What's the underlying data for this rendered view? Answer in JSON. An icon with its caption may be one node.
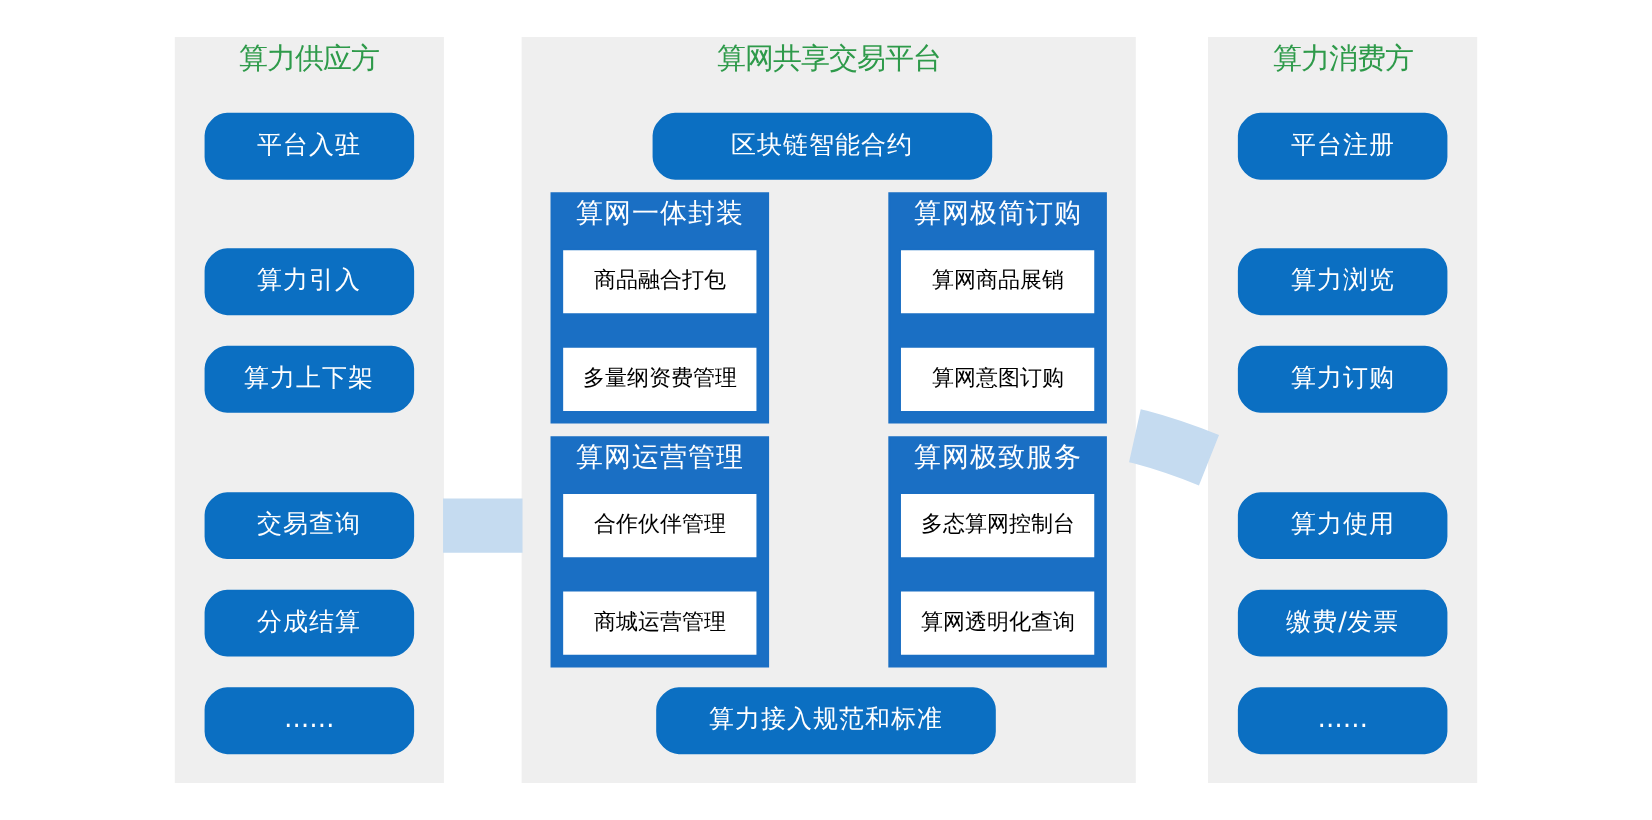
{
  "diagram": {
    "nodes": [
      {
        "text": [
          "算力供应方"
        ]
      },
      {
        "text": [
          "平台入驻"
        ],
        "in": 0
      },
      {
        "text": [
          "算力引入"
        ],
        "in": 0
      },
      {
        "text": [
          "算力上下架"
        ],
        "in": 0
      },
      {
        "text": [
          "交易查询"
        ],
        "in": 0
      },
      {
        "text": [
          "分成结算"
        ],
        "in": 0
      },
      {
        "text": [
          "……"
        ],
        "in": 0
      },
      {
        "text": [
          "算网共享交易平台"
        ]
      },
      {
        "text": [
          "区块链智能合约"
        ],
        "in": 7
      },
      {
        "text": [
          "算网一体封装"
        ],
        "in": 7
      },
      {
        "text": [
          "商品融合打包"
        ],
        "in": 9
      },
      {
        "text": [
          "多量纲资费管理"
        ],
        "in": 9
      },
      {
        "text": [
          "算网极简订购"
        ],
        "in": 7
      },
      {
        "text": [
          "算网商品展销"
        ],
        "in": 12
      },
      {
        "text": [
          "算网意图订购"
        ],
        "in": 12
      },
      {
        "text": [
          "算网运营管理"
        ],
        "in": 7
      },
      {
        "text": [
          "合作伙伴管理"
        ],
        "in": 15
      },
      {
        "text": [
          "商城运营管理"
        ],
        "in": 15
      },
      {
        "text": [
          "算网极致服务"
        ],
        "in": 7
      },
      {
        "text": [
          "多态算网控制台"
        ],
        "in": 18
      },
      {
        "text": [
          "算网透明化查询"
        ],
        "in": 18
      },
      {
        "text": [
          "算力接入规范和标准"
        ],
        "in": 7
      },
      {
        "text": [
          "算力消费方"
        ]
      },
      {
        "text": [
          "平台注册"
        ],
        "in": 22
      },
      {
        "text": [
          "算力浏览"
        ],
        "in": 22
      },
      {
        "text": [
          "算力订购"
        ],
        "in": 22
      },
      {
        "text": [
          "算力使用"
        ],
        "in": 22
      },
      {
        "text": [
          "缴费/发票"
        ],
        "in": 22
      },
      {
        "text": [
          "……"
        ],
        "in": 22
      }
    ],
    "edges": [
      {
        "from": 0,
        "to": 7,
        "arrow": "none"
      },
      {
        "from": 7,
        "to": 22,
        "arrow": "none"
      }
    ]
  }
}
